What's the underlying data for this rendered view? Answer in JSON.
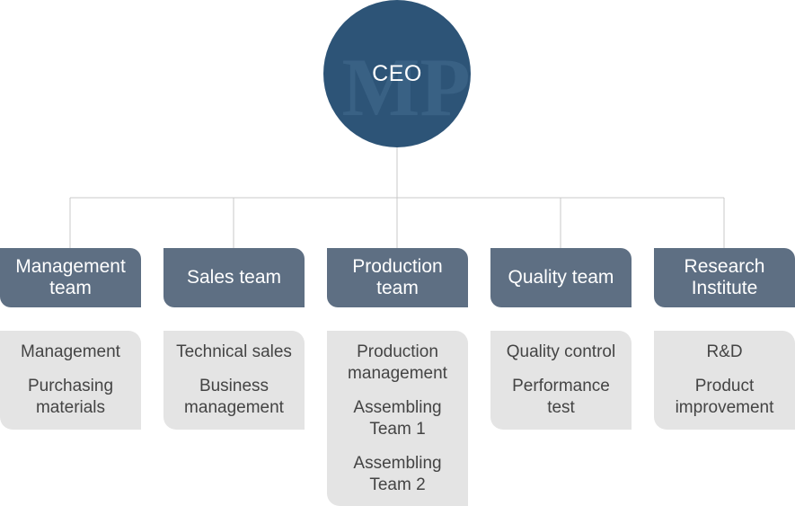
{
  "ceo": {
    "label": "CEO",
    "watermark": "MP"
  },
  "departments": [
    {
      "name": "Management\nteam",
      "items": [
        "Management",
        "Purchasing\nmaterials"
      ]
    },
    {
      "name": "Sales team",
      "items": [
        "Technical sales",
        "Business\nmanagement"
      ]
    },
    {
      "name": "Production\nteam",
      "items": [
        "Production\nmanagement",
        "Assembling\nTeam 1",
        "Assembling\nTeam 2"
      ]
    },
    {
      "name": "Quality team",
      "items": [
        "Quality control",
        "Performance\ntest"
      ]
    },
    {
      "name": "Research\nInstitute",
      "items": [
        "R&D",
        "Product\nimprovement"
      ]
    }
  ],
  "colors": {
    "ceo_circle": "#2d5477",
    "department_box": "#5e6f83",
    "sub_box": "#e4e4e4",
    "connector": "#c8c8c8"
  }
}
